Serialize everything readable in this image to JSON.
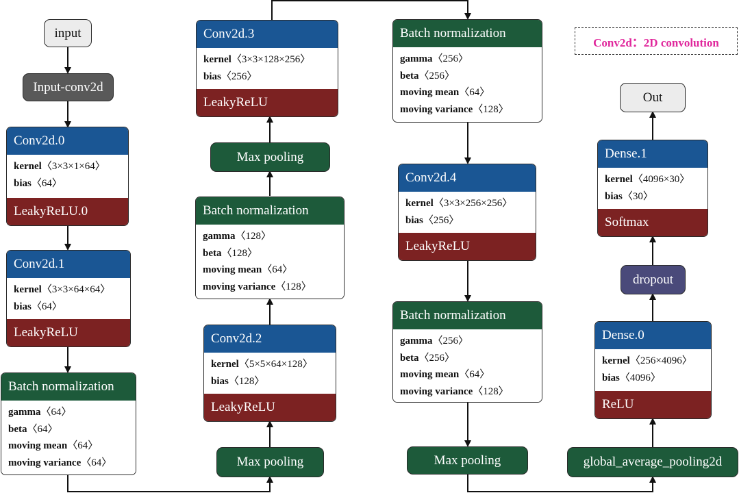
{
  "legend": "Conv2d：2D convolution",
  "nodes": {
    "input": "input",
    "input_conv2d": "Input-conv2d",
    "conv0": {
      "title": "Conv2d.0",
      "kernel_key": "kernel",
      "kernel_val": "〈3×3×1×64〉",
      "bias_key": "bias",
      "bias_val": "〈64〉",
      "activation": "LeakyReLU.0"
    },
    "conv1": {
      "title": "Conv2d.1",
      "kernel_key": "kernel",
      "kernel_val": "〈3×3×64×64〉",
      "bias_key": "bias",
      "bias_val": "〈64〉",
      "activation": "LeakyReLU"
    },
    "bn0": {
      "title": "Batch normalization",
      "gamma_key": "gamma",
      "gamma_val": "〈64〉",
      "beta_key": "beta",
      "beta_val": "〈64〉",
      "mean_key": "moving mean",
      "mean_val": "〈64〉",
      "var_key": "moving variance",
      "var_val": "〈64〉"
    },
    "maxpool0": "Max pooling",
    "conv2": {
      "title": "Conv2d.2",
      "kernel_key": "kernel",
      "kernel_val": "〈5×5×64×128〉",
      "bias_key": "bias",
      "bias_val": "〈128〉",
      "activation": "LeakyReLU"
    },
    "bn1": {
      "title": "Batch normalization",
      "gamma_key": "gamma",
      "gamma_val": "〈128〉",
      "beta_key": "beta",
      "beta_val": "〈128〉",
      "mean_key": "moving mean",
      "mean_val": "〈64〉",
      "var_key": "moving variance",
      "var_val": "〈128〉"
    },
    "maxpool1": "Max pooling",
    "conv3": {
      "title": "Conv2d.3",
      "kernel_key": "kernel",
      "kernel_val": "〈3×3×128×256〉",
      "bias_key": "bias",
      "bias_val": "〈256〉",
      "activation": "LeakyReLU"
    },
    "bn2": {
      "title": "Batch normalization",
      "gamma_key": "gamma",
      "gamma_val": "〈256〉",
      "beta_key": "beta",
      "beta_val": "〈256〉",
      "mean_key": "moving mean",
      "mean_val": "〈64〉",
      "var_key": "moving variance",
      "var_val": "〈128〉"
    },
    "conv4": {
      "title": "Conv2d.4",
      "kernel_key": "kernel",
      "kernel_val": "〈3×3×256×256〉",
      "bias_key": "bias",
      "bias_val": "〈256〉",
      "activation": "LeakyReLU"
    },
    "bn3": {
      "title": "Batch normalization",
      "gamma_key": "gamma",
      "gamma_val": "〈256〉",
      "beta_key": "beta",
      "beta_val": "〈256〉",
      "mean_key": "moving mean",
      "mean_val": "〈64〉",
      "var_key": "moving variance",
      "var_val": "〈128〉"
    },
    "maxpool2": "Max pooling",
    "gap": "global_average_pooling2d",
    "dense0": {
      "title": "Dense.0",
      "kernel_key": "kernel",
      "kernel_val": "〈256×4096〉",
      "bias_key": "bias",
      "bias_val": "〈4096〉",
      "activation": "ReLU"
    },
    "dropout": "dropout",
    "dense1": {
      "title": "Dense.1",
      "kernel_key": "kernel",
      "kernel_val": "〈4096×30〉",
      "bias_key": "bias",
      "bias_val": "〈30〉",
      "activation": "Softmax"
    },
    "out": "Out"
  },
  "colors": {
    "conv_header": "#1a5694",
    "bn_header": "#1d5a3a",
    "activation": "#7c2222",
    "pool": "#1d5a3a",
    "input_conv": "#595959",
    "dropout": "#4a4a7a",
    "legend_text": "#e0289c"
  }
}
